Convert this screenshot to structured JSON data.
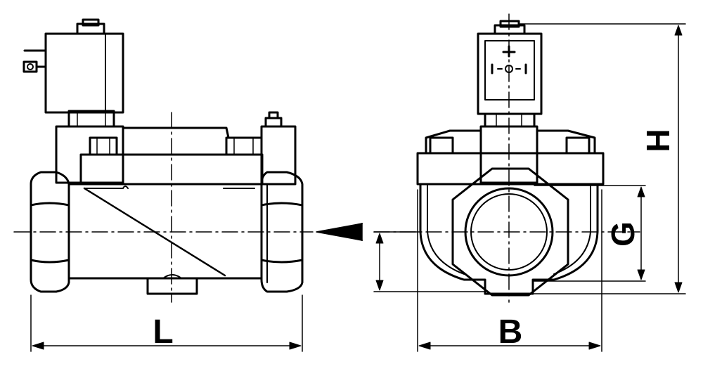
{
  "dimensions": {
    "length_label": "L",
    "width_label": "B",
    "height_label": "H",
    "port_label": "G"
  },
  "colors": {
    "stroke": "#000000",
    "background": "#ffffff"
  }
}
